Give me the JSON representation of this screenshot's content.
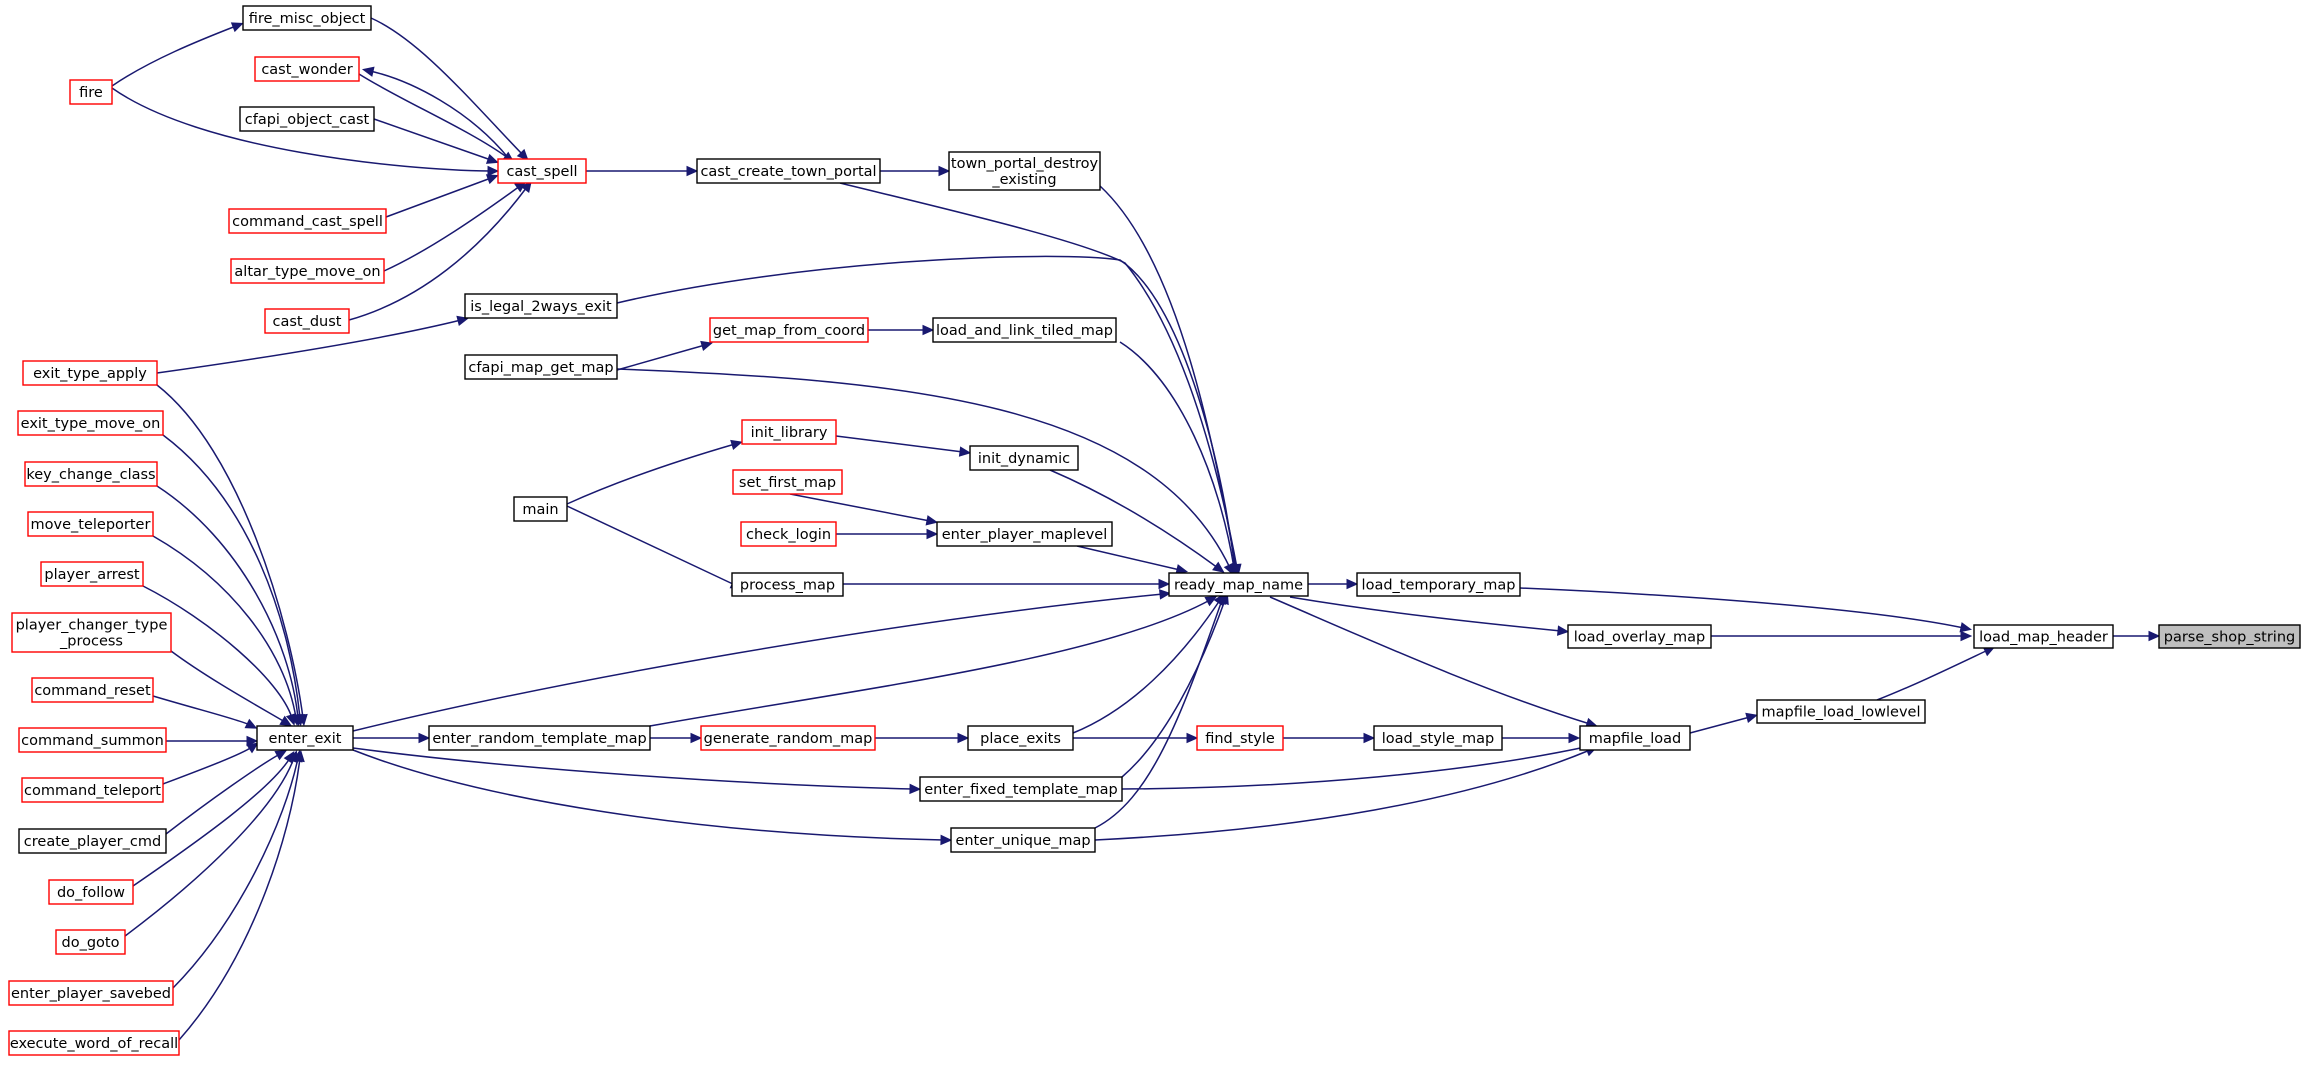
{
  "colors": {
    "edge": "#191970",
    "truncated_border": "#ff0000",
    "normal_border": "#000000",
    "root_fill": "#bfbfbf"
  },
  "graph": {
    "root": "parse_shop_string",
    "nodes": [
      {
        "id": "parse_shop_string",
        "label": "parse_shop_string",
        "style": "root"
      },
      {
        "id": "load_map_header",
        "label": "load_map_header",
        "style": "normal"
      },
      {
        "id": "load_temporary_map",
        "label": "load_temporary_map",
        "style": "normal"
      },
      {
        "id": "load_overlay_map",
        "label": "load_overlay_map",
        "style": "normal"
      },
      {
        "id": "mapfile_load_lowlevel",
        "label": "mapfile_load_lowlevel",
        "style": "normal"
      },
      {
        "id": "mapfile_load",
        "label": "mapfile_load",
        "style": "normal"
      },
      {
        "id": "ready_map_name",
        "label": "ready_map_name",
        "style": "normal"
      },
      {
        "id": "load_style_map",
        "label": "load_style_map",
        "style": "normal"
      },
      {
        "id": "find_style",
        "label": "find_style",
        "style": "truncated"
      },
      {
        "id": "place_exits",
        "label": "place_exits",
        "style": "normal"
      },
      {
        "id": "generate_random_map",
        "label": "generate_random_map",
        "style": "truncated"
      },
      {
        "id": "enter_random_template_map",
        "label": "enter_random_template_map",
        "style": "normal"
      },
      {
        "id": "enter_fixed_template_map",
        "label": "enter_fixed_template_map",
        "style": "normal"
      },
      {
        "id": "enter_unique_map",
        "label": "enter_unique_map",
        "style": "normal"
      },
      {
        "id": "enter_exit",
        "label": "enter_exit",
        "style": "normal"
      },
      {
        "id": "process_map",
        "label": "process_map",
        "style": "normal"
      },
      {
        "id": "main",
        "label": "main",
        "style": "normal"
      },
      {
        "id": "enter_player_maplevel",
        "label": "enter_player_maplevel",
        "style": "normal"
      },
      {
        "id": "check_login",
        "label": "check_login",
        "style": "truncated"
      },
      {
        "id": "set_first_map",
        "label": "set_first_map",
        "style": "truncated"
      },
      {
        "id": "init_dynamic",
        "label": "init_dynamic",
        "style": "normal"
      },
      {
        "id": "init_library",
        "label": "init_library",
        "style": "truncated"
      },
      {
        "id": "cfapi_map_get_map",
        "label": "cfapi_map_get_map",
        "style": "normal"
      },
      {
        "id": "load_and_link_tiled_map",
        "label": "load_and_link_tiled_map",
        "style": "normal"
      },
      {
        "id": "get_map_from_coord",
        "label": "get_map_from_coord",
        "style": "truncated"
      },
      {
        "id": "is_legal_2ways_exit",
        "label": "is_legal_2ways_exit",
        "style": "normal"
      },
      {
        "id": "town_portal_destroy_existing",
        "label": "town_portal_destroy\n_existing",
        "style": "normal"
      },
      {
        "id": "cast_create_town_portal",
        "label": "cast_create_town_portal",
        "style": "normal"
      },
      {
        "id": "cast_spell",
        "label": "cast_spell",
        "style": "truncated"
      },
      {
        "id": "fire_misc_object",
        "label": "fire_misc_object",
        "style": "normal"
      },
      {
        "id": "cast_wonder",
        "label": "cast_wonder",
        "style": "truncated"
      },
      {
        "id": "cfapi_object_cast",
        "label": "cfapi_object_cast",
        "style": "normal"
      },
      {
        "id": "command_cast_spell",
        "label": "command_cast_spell",
        "style": "truncated"
      },
      {
        "id": "altar_type_move_on",
        "label": "altar_type_move_on",
        "style": "truncated"
      },
      {
        "id": "cast_dust",
        "label": "cast_dust",
        "style": "truncated"
      },
      {
        "id": "fire",
        "label": "fire",
        "style": "truncated"
      },
      {
        "id": "exit_type_apply",
        "label": "exit_type_apply",
        "style": "truncated"
      },
      {
        "id": "exit_type_move_on",
        "label": "exit_type_move_on",
        "style": "truncated"
      },
      {
        "id": "key_change_class",
        "label": "key_change_class",
        "style": "truncated"
      },
      {
        "id": "move_teleporter",
        "label": "move_teleporter",
        "style": "truncated"
      },
      {
        "id": "player_arrest",
        "label": "player_arrest",
        "style": "truncated"
      },
      {
        "id": "player_changer_type_process",
        "label": "player_changer_type\n_process",
        "style": "truncated"
      },
      {
        "id": "command_reset",
        "label": "command_reset",
        "style": "truncated"
      },
      {
        "id": "command_summon",
        "label": "command_summon",
        "style": "truncated"
      },
      {
        "id": "command_teleport",
        "label": "command_teleport",
        "style": "truncated"
      },
      {
        "id": "create_player_cmd",
        "label": "create_player_cmd",
        "style": "normal"
      },
      {
        "id": "do_follow",
        "label": "do_follow",
        "style": "truncated"
      },
      {
        "id": "do_goto",
        "label": "do_goto",
        "style": "truncated"
      },
      {
        "id": "enter_player_savebed",
        "label": "enter_player_savebed",
        "style": "truncated"
      },
      {
        "id": "execute_word_of_recall",
        "label": "execute_word_of_recall",
        "style": "truncated"
      }
    ],
    "edges": [
      {
        "from": "load_map_header",
        "to": "parse_shop_string"
      },
      {
        "from": "load_temporary_map",
        "to": "load_map_header"
      },
      {
        "from": "load_overlay_map",
        "to": "load_map_header"
      },
      {
        "from": "mapfile_load_lowlevel",
        "to": "load_map_header"
      },
      {
        "from": "ready_map_name",
        "to": "load_temporary_map"
      },
      {
        "from": "ready_map_name",
        "to": "load_overlay_map"
      },
      {
        "from": "mapfile_load",
        "to": "mapfile_load_lowlevel"
      },
      {
        "from": "ready_map_name",
        "to": "mapfile_load"
      },
      {
        "from": "load_style_map",
        "to": "mapfile_load"
      },
      {
        "from": "enter_fixed_template_map",
        "to": "mapfile_load"
      },
      {
        "from": "enter_unique_map",
        "to": "mapfile_load"
      },
      {
        "from": "find_style",
        "to": "load_style_map"
      },
      {
        "from": "place_exits",
        "to": "find_style"
      },
      {
        "from": "generate_random_map",
        "to": "place_exits"
      },
      {
        "from": "enter_random_template_map",
        "to": "generate_random_map"
      },
      {
        "from": "enter_exit",
        "to": "enter_random_template_map"
      },
      {
        "from": "enter_exit",
        "to": "enter_fixed_template_map"
      },
      {
        "from": "enter_exit",
        "to": "enter_unique_map"
      },
      {
        "from": "enter_exit",
        "to": "ready_map_name"
      },
      {
        "from": "place_exits",
        "to": "ready_map_name"
      },
      {
        "from": "enter_random_template_map",
        "to": "ready_map_name"
      },
      {
        "from": "enter_fixed_template_map",
        "to": "ready_map_name"
      },
      {
        "from": "enter_unique_map",
        "to": "ready_map_name"
      },
      {
        "from": "process_map",
        "to": "ready_map_name"
      },
      {
        "from": "enter_player_maplevel",
        "to": "ready_map_name"
      },
      {
        "from": "init_dynamic",
        "to": "ready_map_name"
      },
      {
        "from": "cfapi_map_get_map",
        "to": "ready_map_name"
      },
      {
        "from": "load_and_link_tiled_map",
        "to": "ready_map_name"
      },
      {
        "from": "is_legal_2ways_exit",
        "to": "ready_map_name"
      },
      {
        "from": "town_portal_destroy_existing",
        "to": "ready_map_name"
      },
      {
        "from": "cast_create_town_portal",
        "to": "ready_map_name"
      },
      {
        "from": "main",
        "to": "process_map"
      },
      {
        "from": "main",
        "to": "init_library"
      },
      {
        "from": "check_login",
        "to": "enter_player_maplevel"
      },
      {
        "from": "set_first_map",
        "to": "enter_player_maplevel"
      },
      {
        "from": "init_library",
        "to": "init_dynamic"
      },
      {
        "from": "get_map_from_coord",
        "to": "load_and_link_tiled_map"
      },
      {
        "from": "cfapi_map_get_map",
        "to": "get_map_from_coord"
      },
      {
        "from": "exit_type_apply",
        "to": "is_legal_2ways_exit"
      },
      {
        "from": "cast_create_town_portal",
        "to": "town_portal_destroy_existing"
      },
      {
        "from": "cast_spell",
        "to": "cast_create_town_portal"
      },
      {
        "from": "fire_misc_object",
        "to": "cast_spell"
      },
      {
        "from": "cast_wonder",
        "to": "cast_spell"
      },
      {
        "from": "cast_spell",
        "to": "cast_wonder"
      },
      {
        "from": "cfapi_object_cast",
        "to": "cast_spell"
      },
      {
        "from": "fire",
        "to": "cast_spell"
      },
      {
        "from": "command_cast_spell",
        "to": "cast_spell"
      },
      {
        "from": "altar_type_move_on",
        "to": "cast_spell"
      },
      {
        "from": "cast_dust",
        "to": "cast_spell"
      },
      {
        "from": "fire",
        "to": "fire_misc_object"
      },
      {
        "from": "exit_type_apply",
        "to": "enter_exit"
      },
      {
        "from": "exit_type_move_on",
        "to": "enter_exit"
      },
      {
        "from": "key_change_class",
        "to": "enter_exit"
      },
      {
        "from": "move_teleporter",
        "to": "enter_exit"
      },
      {
        "from": "player_arrest",
        "to": "enter_exit"
      },
      {
        "from": "player_changer_type_process",
        "to": "enter_exit"
      },
      {
        "from": "command_reset",
        "to": "enter_exit"
      },
      {
        "from": "command_summon",
        "to": "enter_exit"
      },
      {
        "from": "command_teleport",
        "to": "enter_exit"
      },
      {
        "from": "create_player_cmd",
        "to": "enter_exit"
      },
      {
        "from": "do_follow",
        "to": "enter_exit"
      },
      {
        "from": "do_goto",
        "to": "enter_exit"
      },
      {
        "from": "enter_player_savebed",
        "to": "enter_exit"
      },
      {
        "from": "execute_word_of_recall",
        "to": "enter_exit"
      }
    ]
  }
}
